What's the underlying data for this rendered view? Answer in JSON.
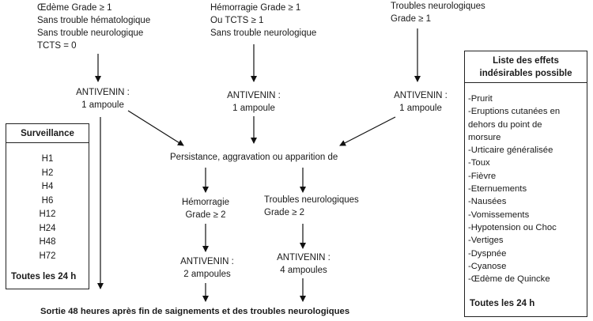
{
  "col1": {
    "criteria": [
      "Œdème Grade ≥ 1",
      "Sans trouble hématologique",
      "Sans trouble neurologique",
      "TCTS = 0"
    ],
    "dose": [
      "ANTIVENIN :",
      "1 ampoule"
    ]
  },
  "col2": {
    "criteria": [
      "Hémorragie Grade ≥ 1",
      "Ou TCTS ≥ 1",
      "Sans trouble neurologique"
    ],
    "dose": [
      "ANTIVENIN :",
      "1 ampoule"
    ]
  },
  "col3": {
    "criteria": [
      "Troubles neurologiques",
      "Grade ≥ 1"
    ],
    "dose": [
      "ANTIVENIN :",
      "1 ampoule"
    ]
  },
  "persistence": "Persistance, aggravation ou apparition de",
  "hemorrhage_branch": {
    "condition": [
      "Hémorragie",
      "Grade  ≥  2"
    ],
    "dose": [
      "ANTIVENIN :",
      "2 ampoules"
    ]
  },
  "neuro_branch": {
    "condition": [
      "Troubles neurologiques",
      "Grade  ≥  2"
    ],
    "dose": [
      "ANTIVENIN :",
      "4 ampoules"
    ]
  },
  "surveillance": {
    "title": "Surveillance",
    "hours": [
      "H1",
      "H2",
      "H4",
      "H6",
      "H12",
      "H24",
      "H48",
      "H72"
    ],
    "footer": "Toutes les 24 h"
  },
  "side_effects": {
    "title": [
      "Liste des effets",
      "indésirables possible"
    ],
    "items": [
      "-Prurit",
      "-Eruptions cutanées en",
      "dehors du point de",
      "morsure",
      "-Urticaire généralisée",
      "-Toux",
      "-Fièvre",
      "-Eternuements",
      "-Nausées",
      "-Vomissements",
      "-Hypotension ou Choc",
      "-Vertiges",
      "-Dyspnée",
      "-Cyanose",
      "-Œdème de Quincke"
    ],
    "footer": "Toutes les 24 h"
  },
  "exit_text": "Sortie 48 heures après fin de saignements et des troubles neurologiques"
}
